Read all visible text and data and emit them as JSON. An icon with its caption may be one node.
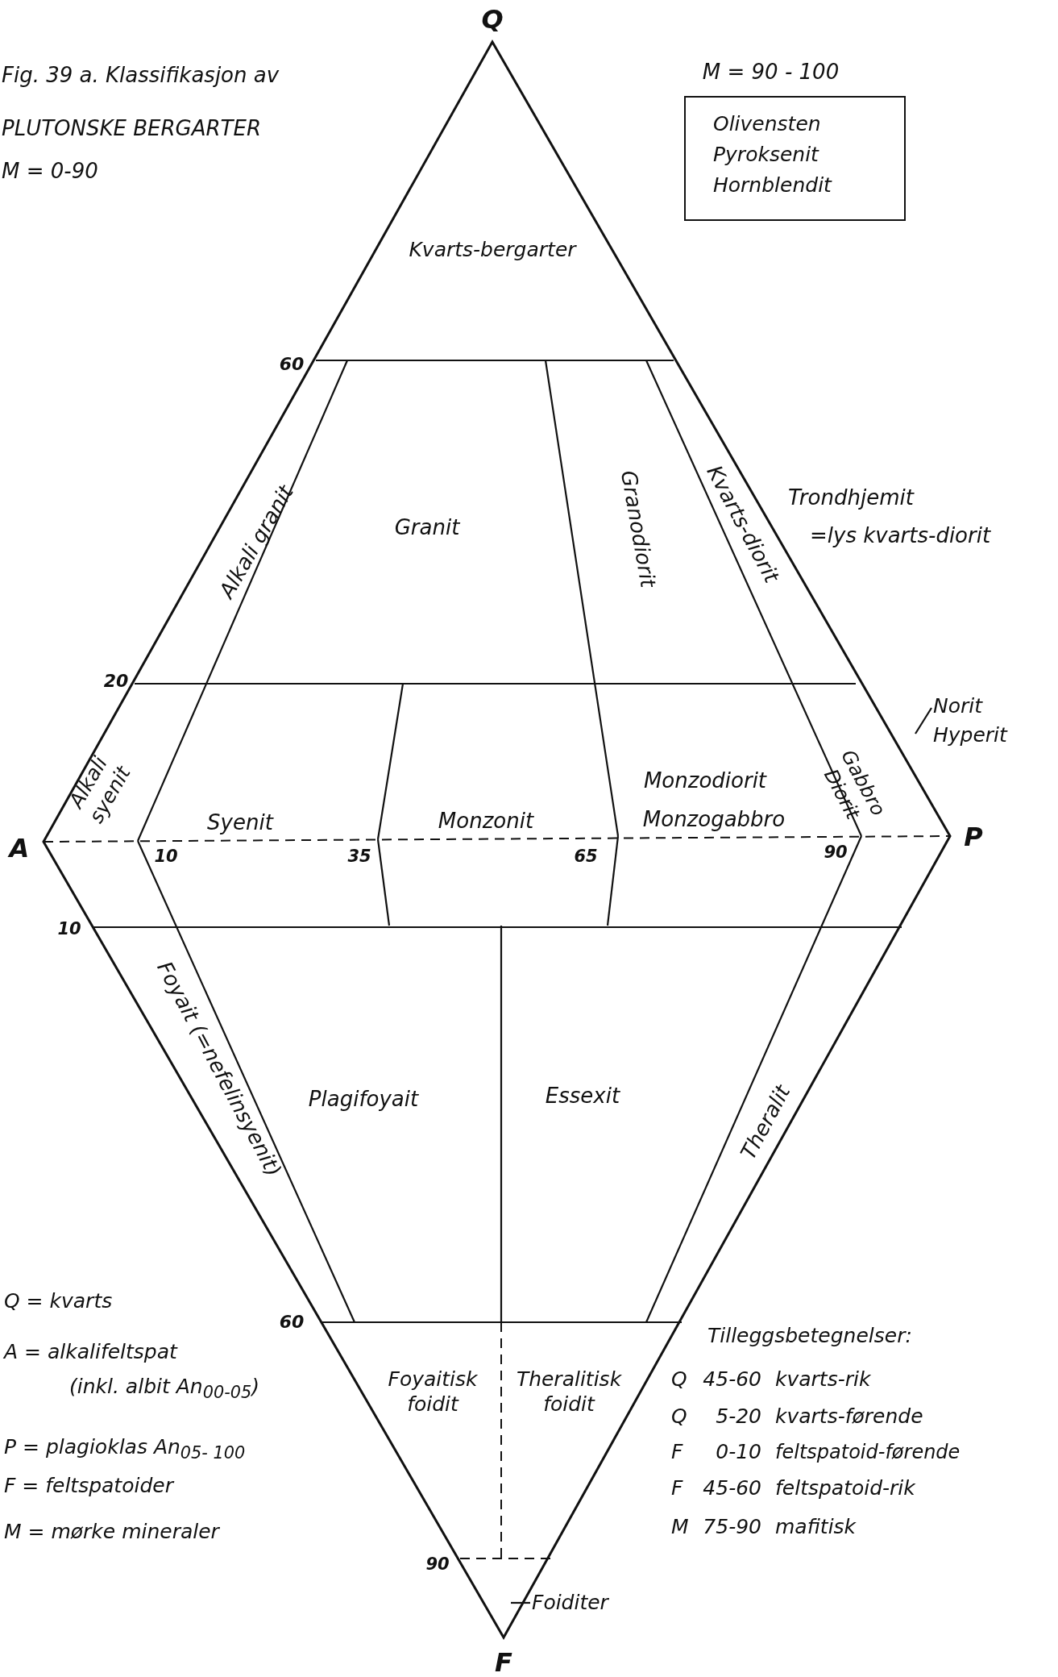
{
  "diagram": {
    "title": "Fig. 39 a. Klassifikasjon av PLUTONSKE BERGARTER",
    "nodes": [
      {
        "text": [
          "Olivensten",
          "Pyroksenit",
          "Hornblendit"
        ],
        "beside": [
          "M = 90 - 100"
        ]
      },
      {
        "text": [
          "Norit Hyperit"
        ]
      },
      {
        "text": [
          "Foiditer"
        ]
      }
    ],
    "edges": [
      {
        "from": 1,
        "to": null,
        "arrow": "none"
      },
      {
        "from": 2,
        "to": null,
        "arrow": "none"
      }
    ],
    "labels": [
      "M = 0-90",
      "Q",
      "Kvarts-bergarter",
      "60",
      "Alkali granit",
      "Granit",
      "Granodiorit",
      "Kvarts-diorit",
      "Trondhjemit",
      "=lys kvarts-diorit",
      "20",
      "Alkali syenit",
      "Gabbro Diorit",
      "Monzodiorit",
      "A",
      "Syenit",
      "Monzonit",
      "Monzogabbro",
      "P",
      "10",
      "35",
      "65",
      "90",
      "10",
      "Foyait (=nefelinsyenit)",
      "Plagifoyait",
      "Essexit",
      "Theralit",
      "Q = kvarts",
      "60",
      "Tilleggsbetegnelser:",
      "A = alkalifeltspat",
      "(inkl. albit An$_{00-05}$)",
      "Foyaitisk foidit",
      "Theralitisk foidit",
      "Q",
      "45-60",
      "kvarts-rik",
      "Q",
      "5-20",
      "kvarts-førende",
      "P = plagioklas An$_{05- 100}$",
      "F",
      "0-10",
      "feltspatoid-førende",
      "F = feltspatoider",
      "F",
      "45-60",
      "feltspatoid-rik",
      "M = mørke mineraler",
      "M",
      "75-90",
      "mafitisk",
      "90",
      "F"
    ]
  }
}
